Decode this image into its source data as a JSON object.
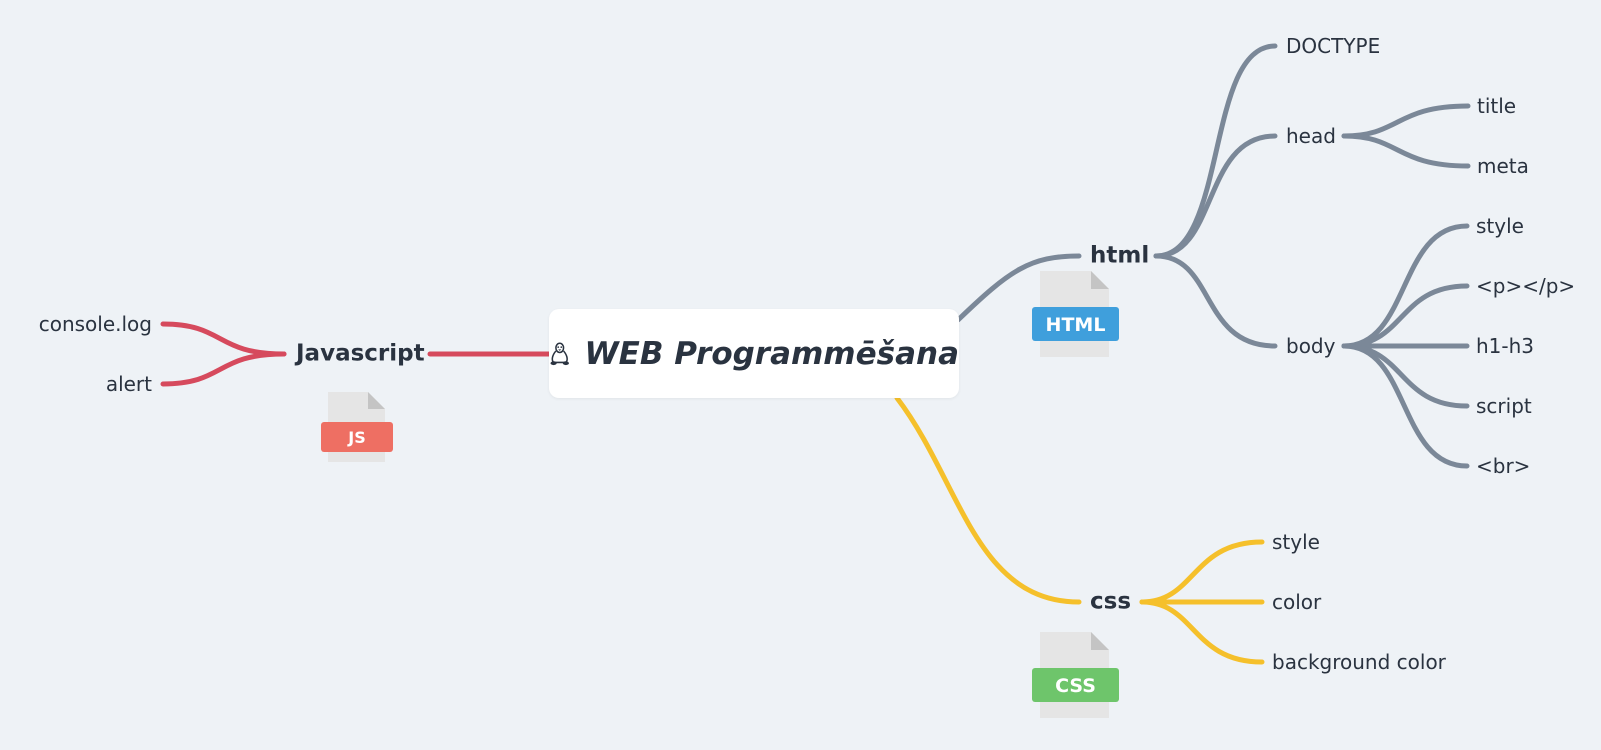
{
  "central": {
    "label": "WEB Programmēšana",
    "icon": "linux-tux-icon"
  },
  "branches": {
    "html": {
      "label": "html",
      "color": "#7b8898",
      "badge": {
        "label": "HTML",
        "color": "#3f9fdc"
      },
      "children": {
        "doctype": "DOCTYPE",
        "head": {
          "label": "head",
          "children": [
            "title",
            "meta"
          ]
        },
        "body": {
          "label": "body",
          "children": [
            "style",
            "<p></p>",
            "h1-h3",
            "script",
            "<br>"
          ]
        }
      }
    },
    "css": {
      "label": "css",
      "color": "#f5c02b",
      "badge": {
        "label": "CSS",
        "color": "#6ec56b"
      },
      "children": [
        "style",
        "color",
        "background color"
      ]
    },
    "javascript": {
      "label": "Javascript",
      "color": "#d64a5d",
      "badge": {
        "label": "JS",
        "color": "#ee6f63"
      },
      "children": [
        "console.log",
        "alert"
      ]
    }
  }
}
